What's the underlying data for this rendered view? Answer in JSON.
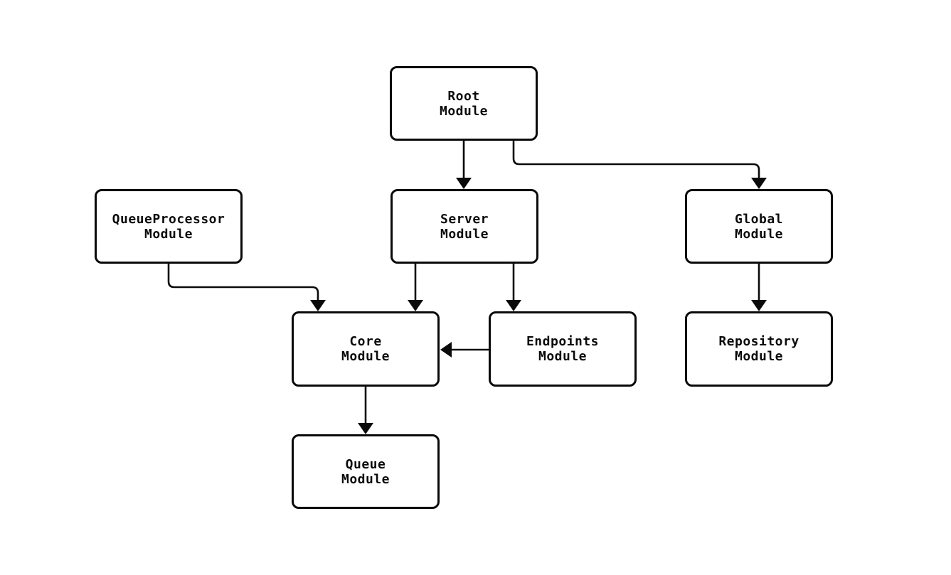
{
  "diagram": {
    "background_color": "#ffffff",
    "line_color": "#0a0a0a",
    "node_fill_color": "#ffffff",
    "nodes": [
      {
        "id": "root",
        "line1": "Root",
        "line2": "Module"
      },
      {
        "id": "queueprocessor",
        "line1": "QueueProcessor",
        "line2": "Module"
      },
      {
        "id": "server",
        "line1": "Server",
        "line2": "Module"
      },
      {
        "id": "global",
        "line1": "Global",
        "line2": "Module"
      },
      {
        "id": "core",
        "line1": "Core",
        "line2": "Module"
      },
      {
        "id": "endpoints",
        "line1": "Endpoints",
        "line2": "Module"
      },
      {
        "id": "repository",
        "line1": "Repository",
        "line2": "Module"
      },
      {
        "id": "queue",
        "line1": "Queue",
        "line2": "Module"
      }
    ],
    "edges": [
      {
        "from": "Root Module",
        "to": "Server Module"
      },
      {
        "from": "Root Module",
        "to": "Global Module"
      },
      {
        "from": "QueueProcessor Module",
        "to": "Core Module"
      },
      {
        "from": "Server Module",
        "to": "Core Module"
      },
      {
        "from": "Server Module",
        "to": "Endpoints Module"
      },
      {
        "from": "Endpoints Module",
        "to": "Core Module"
      },
      {
        "from": "Core Module",
        "to": "Queue Module"
      },
      {
        "from": "Global Module",
        "to": "Repository Module"
      }
    ]
  }
}
